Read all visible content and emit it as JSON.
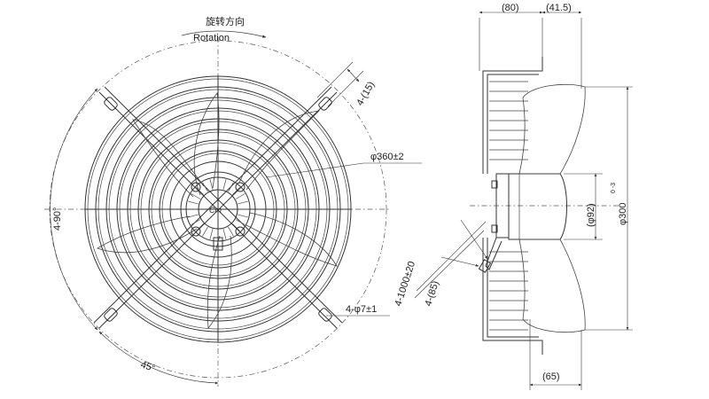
{
  "rotation": {
    "label_cn": "旋转方向",
    "label_en": "Rotation"
  },
  "dimensions": {
    "hole_spacing": "4-(15)",
    "guard_diameter": "φ360±2",
    "mount_angle": "4-90°",
    "offset_angle": "45°",
    "mount_holes": "4-φ7±1",
    "depth_total": "(80)",
    "depth_front": "(41.5)",
    "motor_diameter": "(φ92)",
    "fan_diameter": "φ300",
    "fan_diameter_tol": "0\n-3",
    "cable_length": "4-1000±20",
    "cable_offset": "4-(85)",
    "bottom_depth": "(65)"
  }
}
